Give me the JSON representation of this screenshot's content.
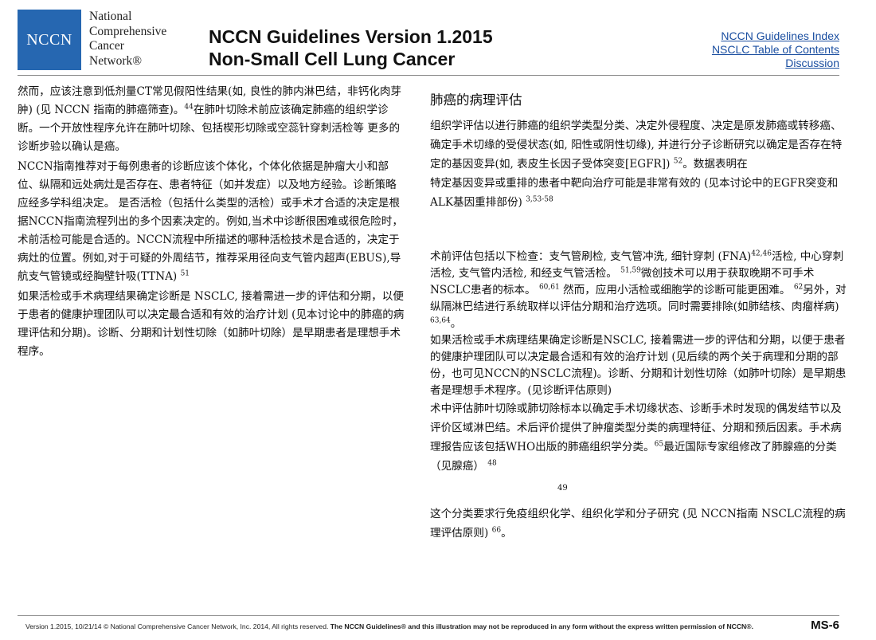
{
  "logo": {
    "box_text": "NCCN",
    "line1": "National",
    "line2": "Comprehensive",
    "line3": "Cancer",
    "line4": "Network®"
  },
  "header": {
    "title_line1": "NCCN Guidelines Version 1.2015",
    "title_line2": "Non-Small Cell Lung Cancer",
    "links": [
      "NCCN Guidelines Index",
      "NSCLC Table of Contents",
      "Discussion"
    ]
  },
  "left": {
    "p1": "然而，应该注意到低剂量CT常见假阳性结果(如, 良性的肺内淋巴结，非钙化肉芽肿) (见 NCCN 指南的肺癌筛查)。",
    "p1_sup": "44",
    "p1_tail": "在肺叶切除术前应该确定肺癌的组织学诊断。一个开放性程序允许在肺叶切除、包括楔形切除或空蕊针穿刺活检等 更多的诊断步验以确认是癌。",
    "p2": "NCCN指南推荐对于每例患者的诊断应该个体化，个体化依据是肿瘤大小和部位、纵隔和远处病灶是否存在、患者特征（如并发症）以及地方经验。诊断策略应经多学科组决定。 是否活检（包括什么类型的活检）或手术才合适的决定是根据NCCN指南流程列出的多个因素决定的。例如,当术中诊断很困难或很危险时，术前活检可能是合适的。NCCN流程中所描述的哪种活检技术是合适的，决定于病灶的位置。例如,对于可疑的外周结节，推荐采用径向支气管内超声(EBUS),导航支气管镜或经胸壁针吸(TTNA)",
    "p2_sup": "51",
    "p3": "如果活检或手术病理结果确定诊断是 NSCLC, 接着需进一步的评估和分期，以便于患者的健康护理团队可以决定最合适和有效的治疗计划 (见本讨论中的肺癌的病理评估和分期)。诊断、分期和计划性切除（如肺叶切除）是早期患者是理想手术程序。"
  },
  "right": {
    "heading": "肺癌的病理评估",
    "p1": "组织学评估以进行肺癌的组织学类型分类、决定外侵程度、决定是原发肺癌或转移癌、确定手术切缘的受侵状态(如, 阳性或阴性切缘), 并进行分子诊断研究以确定是否存在特定的基因变异(如, 表皮生长因子受体突变[EGFR])",
    "p1_sup": "52",
    "p1_tail": "。数据表明在",
    "p2": "特定基因变异或重排的患者中靶向治疗可能是非常有效的 (见本讨论中的EGFR突变和ALK基因重排部份)",
    "p2_sup": "3,53-58",
    "p3": "术前评估包括以下检查：支气管刷检, 支气管冲洗, 细针穿刺 (FNA)",
    "p3_sup1": "42,46",
    "p3_mid": "活检, 中心穿刺活检, 支气管内活检, 和经支气管活检。",
    "p3_sup2": "51,59",
    "p3_mid2": "微创技术可以用于获取晚期不可手术NSCLC患者的标本。",
    "p3_sup3": "60,61",
    "p3_mid3": "然而，应用小活检或细胞学的诊断可能更困难。",
    "p3_sup4": "62",
    "p3_mid4": "另外，对纵隔淋巴结进行系统取样以评估分期和治疗选项。同时需要排除(如肺结核、肉瘤样病)",
    "p3_sup5": "63,64",
    "p3_end": "。",
    "p4": "如果活检或手术病理结果确定诊断是NSCLC, 接着需进一步的评估和分期，以便于患者的健康护理团队可以决定最合适和有效的治疗计划 (见后续的两个关于病理和分期的部份，也可见NCCN的NSCLC流程)。诊断、分期和计划性切除（如肺叶切除）是早期患者是理想手术程序。(见诊断评估原则)",
    "p5": "术中评估肺叶切除或肺切除标本以确定手术切缘状态、诊断手术时发现的偶发结节以及评价区域淋巴结。术后评价提供了肿瘤类型分类的病理特征、分期和预后因素。手术病理报告应该包括WHO出版的肺癌组织学分类。",
    "p5_sup1": "65",
    "p5_mid": "最近国际专家组修改了肺腺癌的分类（见腺癌）",
    "p5_sup2": "48",
    "p5_pn": "49",
    "p6": "这个分类要求行免疫组织化学、组织化学和分子研究 (见 NCCN指南 NSCLC流程的病理评估原则)",
    "p6_sup": "66",
    "p6_tail": "。"
  },
  "footer": {
    "normal": "Version 1.2015, 10/21/14 © National Comprehensive Cancer Network, Inc. 2014, All rights reserved. ",
    "bold": "The NCCN Guidelines® and this illustration may not be reproduced in any form without the express written permission of NCCN®.",
    "page": "MS-6"
  }
}
